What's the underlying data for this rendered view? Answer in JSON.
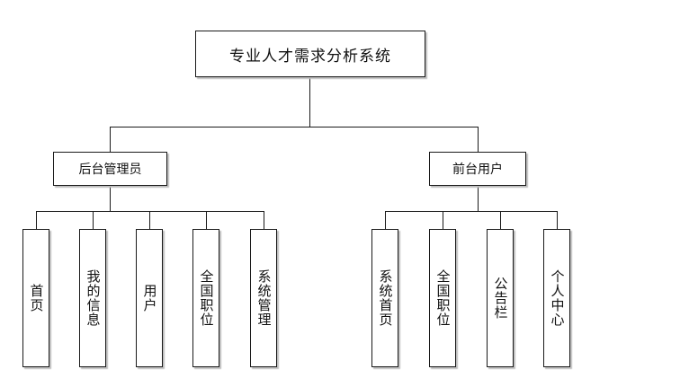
{
  "root": {
    "label": "专业人才需求分析系统"
  },
  "groups": [
    {
      "label": "后台管理员",
      "children": [
        "首页",
        "我的信息",
        "用户",
        "全国职位",
        "系统管理"
      ]
    },
    {
      "label": "前台用户",
      "children": [
        "系统首页",
        "全国职位",
        "公告栏",
        "个人中心"
      ]
    }
  ]
}
